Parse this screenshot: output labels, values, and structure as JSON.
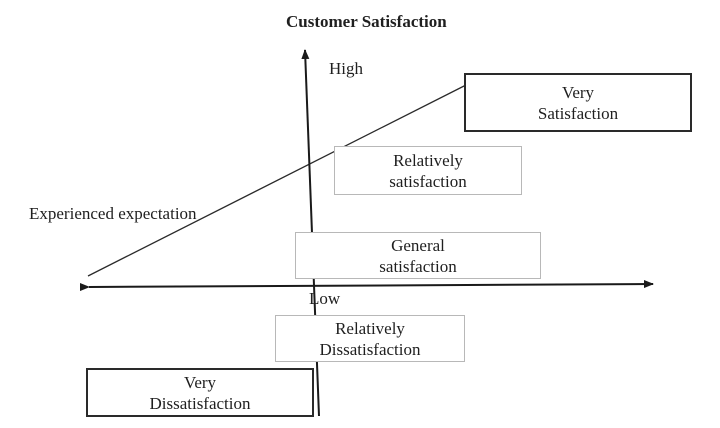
{
  "diagram": {
    "vertical_axis_title": "Customer Satisfaction",
    "high_label": "High",
    "low_label": "Low",
    "diagonal_label": "Experienced expectation",
    "boxes": {
      "very_satisfaction": [
        "Very",
        "Satisfaction"
      ],
      "relatively_satisfaction": [
        "Relatively",
        "satisfaction"
      ],
      "general_satisfaction": [
        "General",
        "satisfaction"
      ],
      "relatively_dissatisfaction": [
        "Relatively",
        "Dissatisfaction"
      ],
      "very_dissatisfaction": [
        "Very",
        "Dissatisfaction"
      ]
    }
  }
}
